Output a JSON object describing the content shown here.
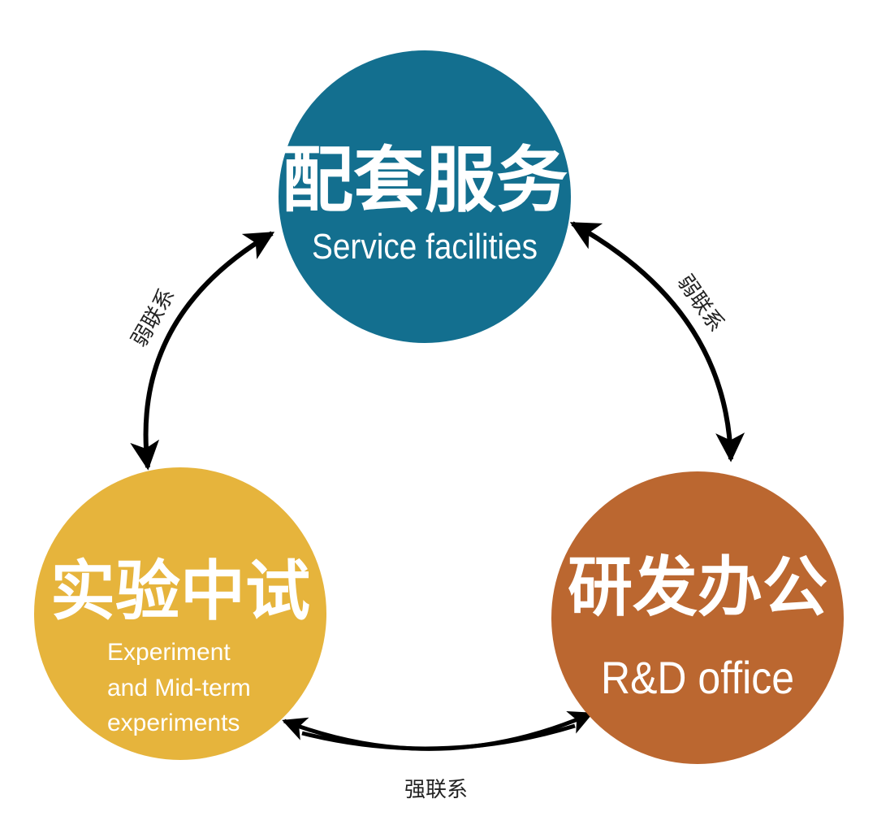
{
  "colors": {
    "service": "#136f8f",
    "experiment": "#e6b43c",
    "rnd": "#bb6730",
    "arrow": "#000000",
    "node_text": "#ffffff",
    "label_text": "#222222"
  },
  "nodes": {
    "service": {
      "zh": "配套服务",
      "en": "Service facilities"
    },
    "experiment": {
      "zh": "实验中试",
      "en_line1": "Experiment",
      "en_line2": "and Mid-term",
      "en_line3": "experiments"
    },
    "rnd": {
      "zh": "研发办公",
      "en": "R&D office"
    }
  },
  "links": {
    "left": {
      "label": "弱联系",
      "strength": "weak"
    },
    "right": {
      "label": "弱联系",
      "strength": "weak"
    },
    "bottom": {
      "label": "强联系",
      "strength": "strong"
    }
  }
}
